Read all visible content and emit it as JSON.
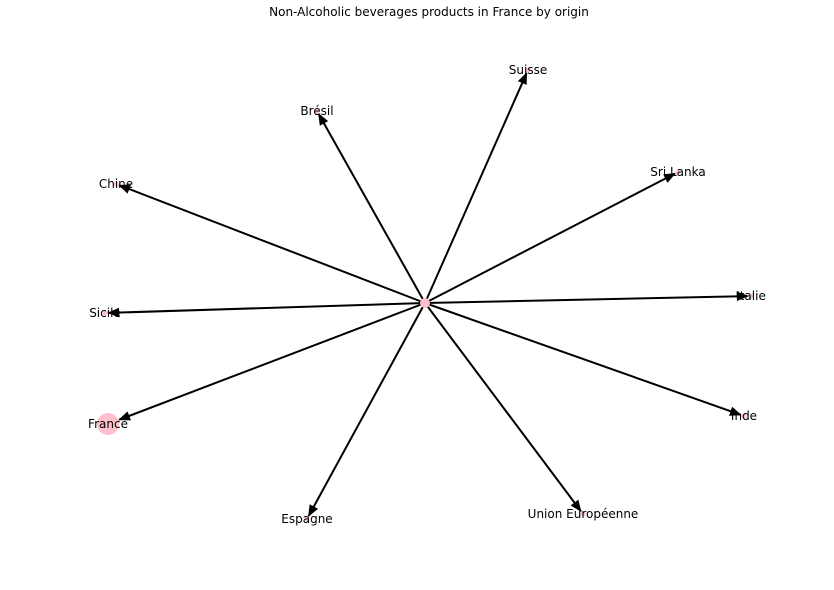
{
  "title": "Non-Alcoholic beverages products in France by origin",
  "colors": {
    "node": "#ffc0cb",
    "edge": "#000000",
    "label": "#000000"
  },
  "graph": {
    "directed": true,
    "nodes": [
      {
        "id": "hub",
        "label": ""
      },
      {
        "id": "suisse",
        "label": "Suisse"
      },
      {
        "id": "bresil",
        "label": "Brésil"
      },
      {
        "id": "chine",
        "label": "Chine"
      },
      {
        "id": "srilanka",
        "label": "Sri Lanka"
      },
      {
        "id": "italie",
        "label": "Italie"
      },
      {
        "id": "sicile",
        "label": "Sicile"
      },
      {
        "id": "france",
        "label": "France"
      },
      {
        "id": "inde",
        "label": "Inde"
      },
      {
        "id": "espagne",
        "label": "Espagne"
      },
      {
        "id": "ue",
        "label": "Union Européenne"
      }
    ],
    "edges": [
      {
        "from": "hub",
        "to": "suisse"
      },
      {
        "from": "hub",
        "to": "bresil"
      },
      {
        "from": "hub",
        "to": "chine"
      },
      {
        "from": "hub",
        "to": "srilanka"
      },
      {
        "from": "hub",
        "to": "italie"
      },
      {
        "from": "hub",
        "to": "sicile"
      },
      {
        "from": "hub",
        "to": "france"
      },
      {
        "from": "hub",
        "to": "inde"
      },
      {
        "from": "hub",
        "to": "espagne"
      },
      {
        "from": "hub",
        "to": "ue"
      }
    ]
  }
}
